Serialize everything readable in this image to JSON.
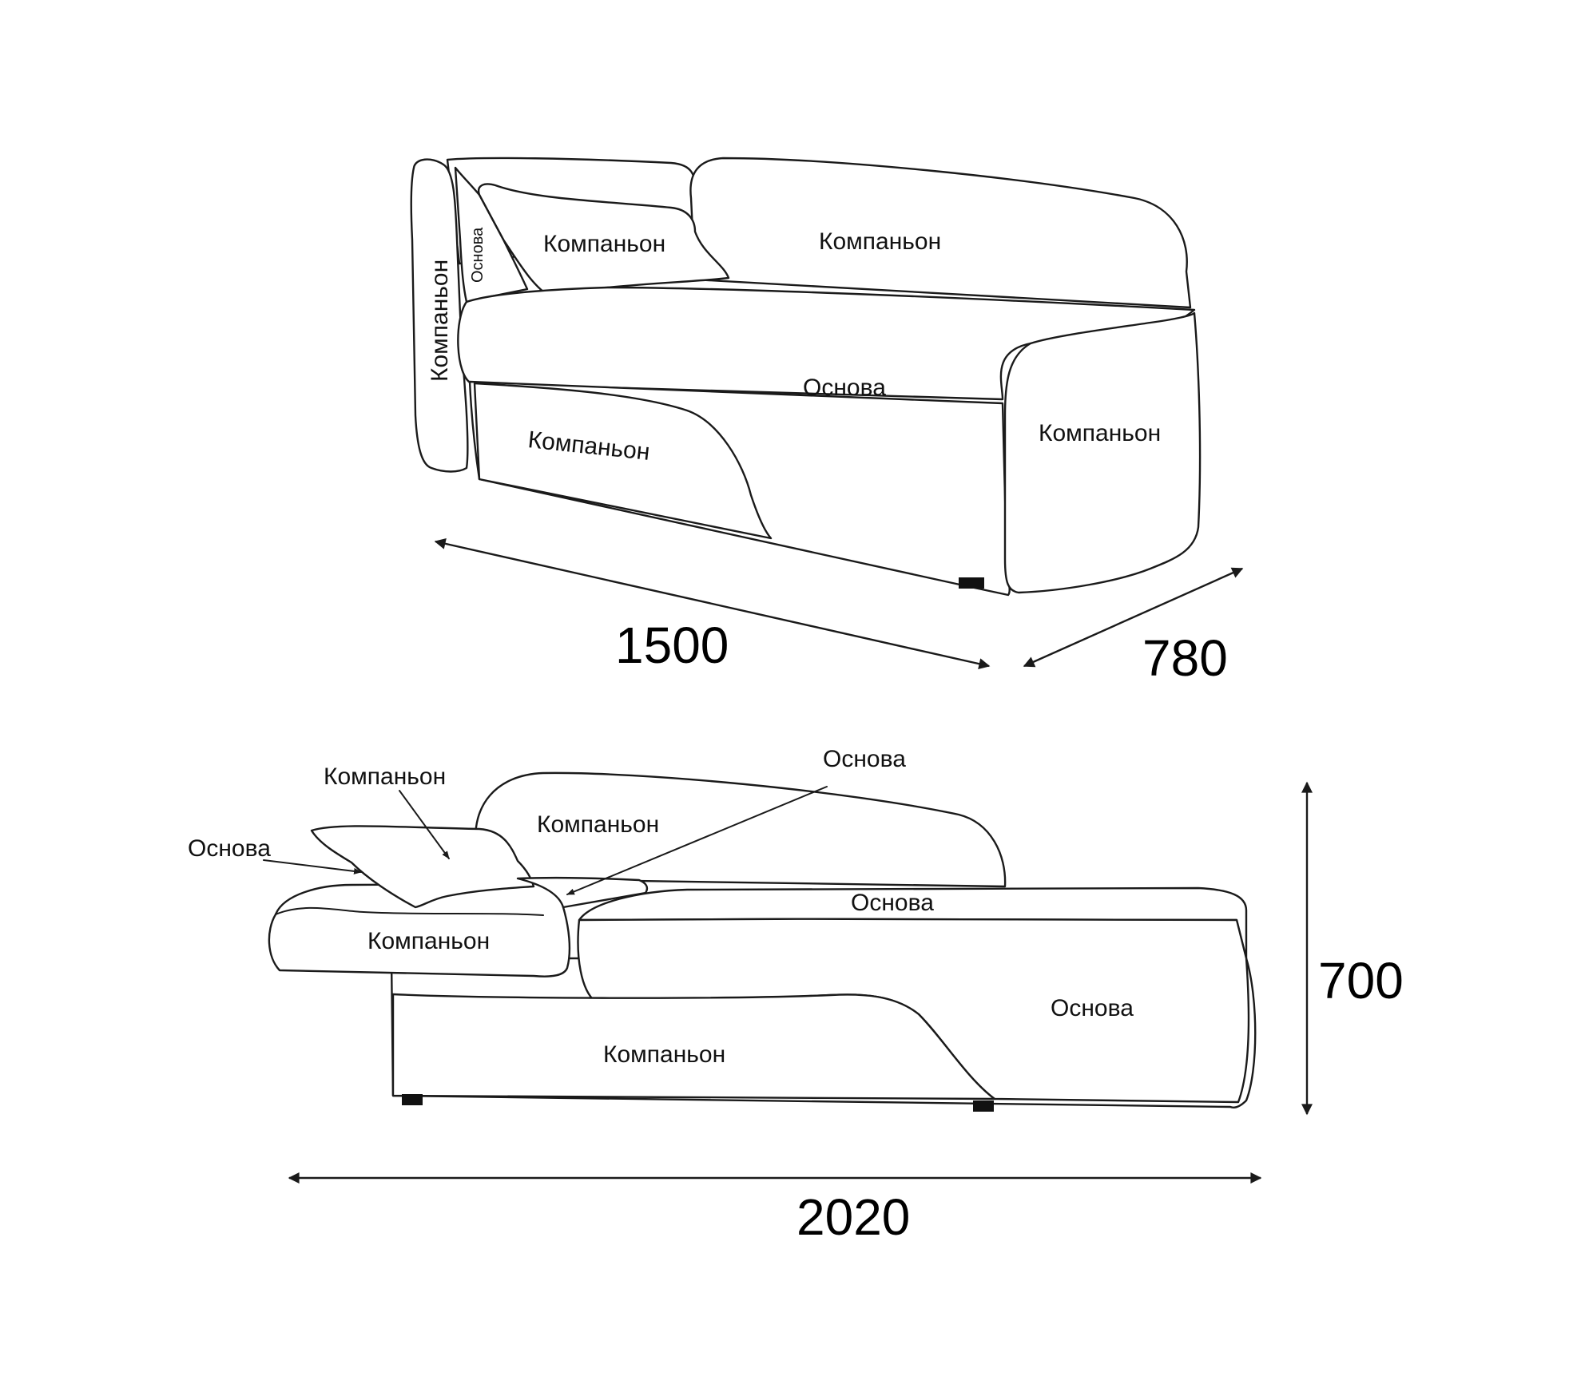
{
  "labels": {
    "kompanon": "Компаньон",
    "osnova": "Основа"
  },
  "dimensions": {
    "length_top": "1500",
    "depth_top": "780",
    "height_side": "700",
    "length_side": "2020"
  },
  "colors": {
    "line": "#1a1a1a",
    "background": "#ffffff"
  }
}
